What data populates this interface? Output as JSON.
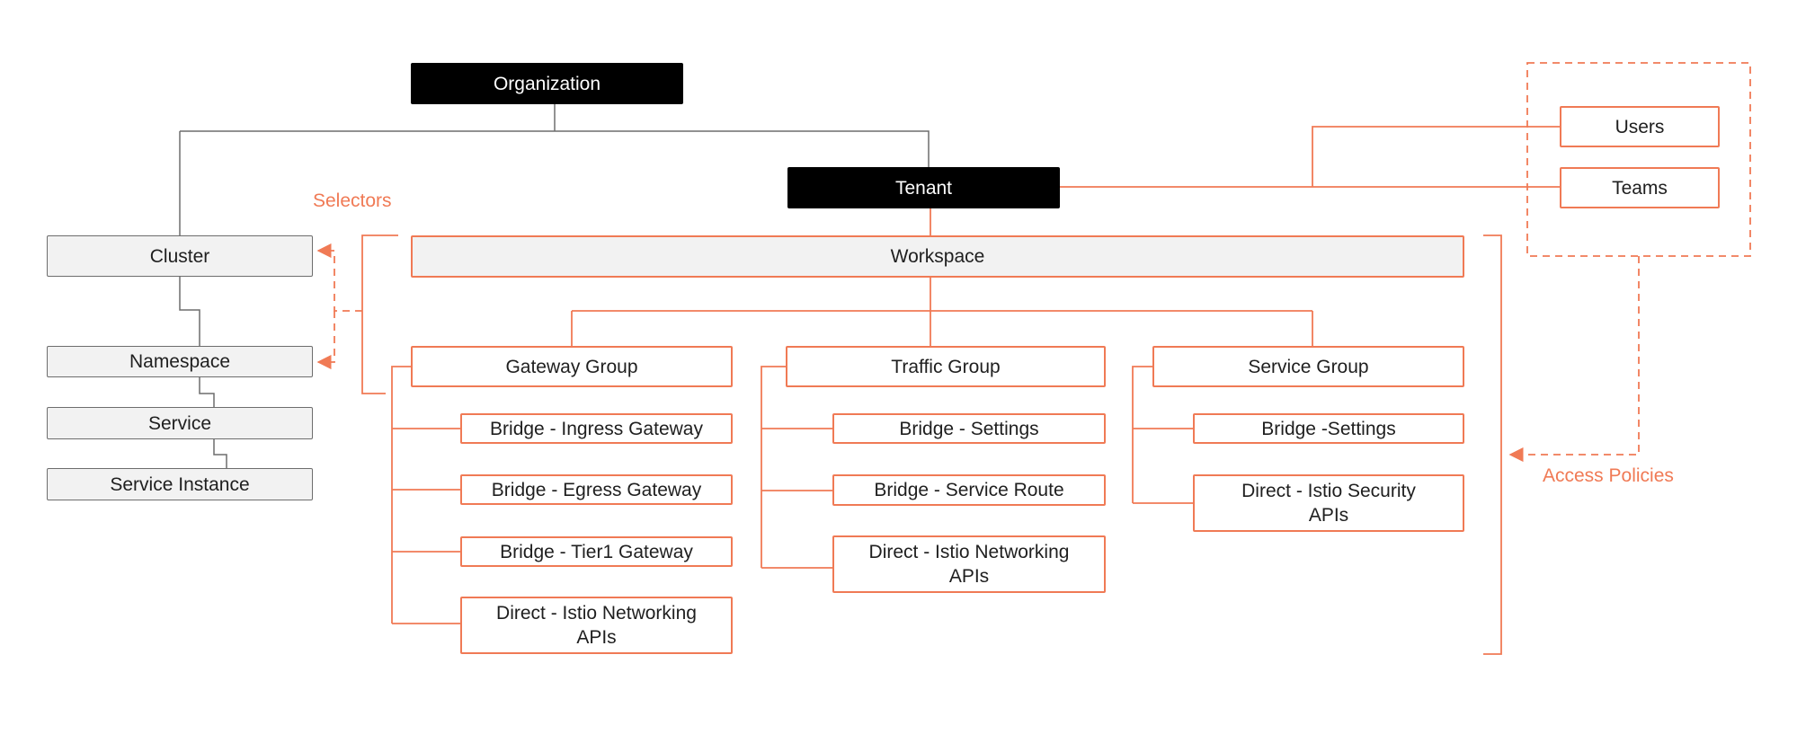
{
  "colors": {
    "accent": "#f07a55",
    "dark": "#000000",
    "grey_fill": "#f2f2f2",
    "grey_line": "#6d6d6d"
  },
  "nodes": {
    "organization": "Organization",
    "tenant": "Tenant",
    "users": "Users",
    "teams": "Teams",
    "cluster": "Cluster",
    "namespace": "Namespace",
    "service": "Service",
    "service_instance": "Service Instance",
    "workspace": "Workspace",
    "gateway_group": "Gateway Group",
    "traffic_group": "Traffic Group",
    "service_group": "Service Group",
    "gw_ingress": "Bridge - Ingress Gateway",
    "gw_egress": "Bridge - Egress Gateway",
    "gw_tier1": "Bridge - Tier1 Gateway",
    "gw_istio": "Direct - Istio Networking\nAPIs",
    "tr_settings": "Bridge - Settings",
    "tr_route": "Bridge - Service Route",
    "tr_istio": "Direct - Istio Networking\nAPIs",
    "sv_settings": "Bridge -Settings",
    "sv_security": "Direct - Istio Security\nAPIs"
  },
  "labels": {
    "selectors": "Selectors",
    "access_policies": "Access Policies"
  }
}
